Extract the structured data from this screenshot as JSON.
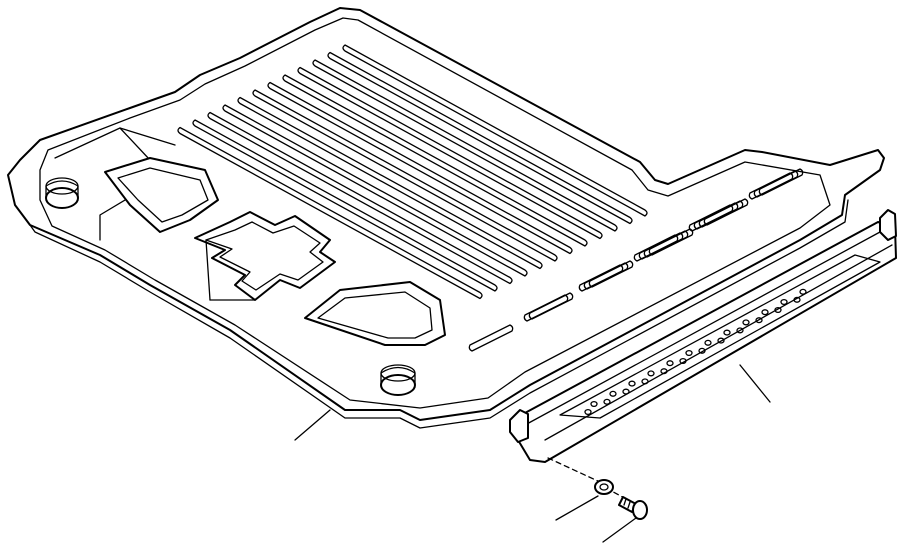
{
  "drawing": {
    "parts": [
      {
        "name": "floor-mat",
        "label": ""
      },
      {
        "name": "mat-retainer-plate",
        "label": ""
      },
      {
        "name": "washer",
        "label": ""
      },
      {
        "name": "screw",
        "label": ""
      }
    ],
    "counts": {
      "mat_ribs": 12,
      "plate_holes": 24
    }
  }
}
